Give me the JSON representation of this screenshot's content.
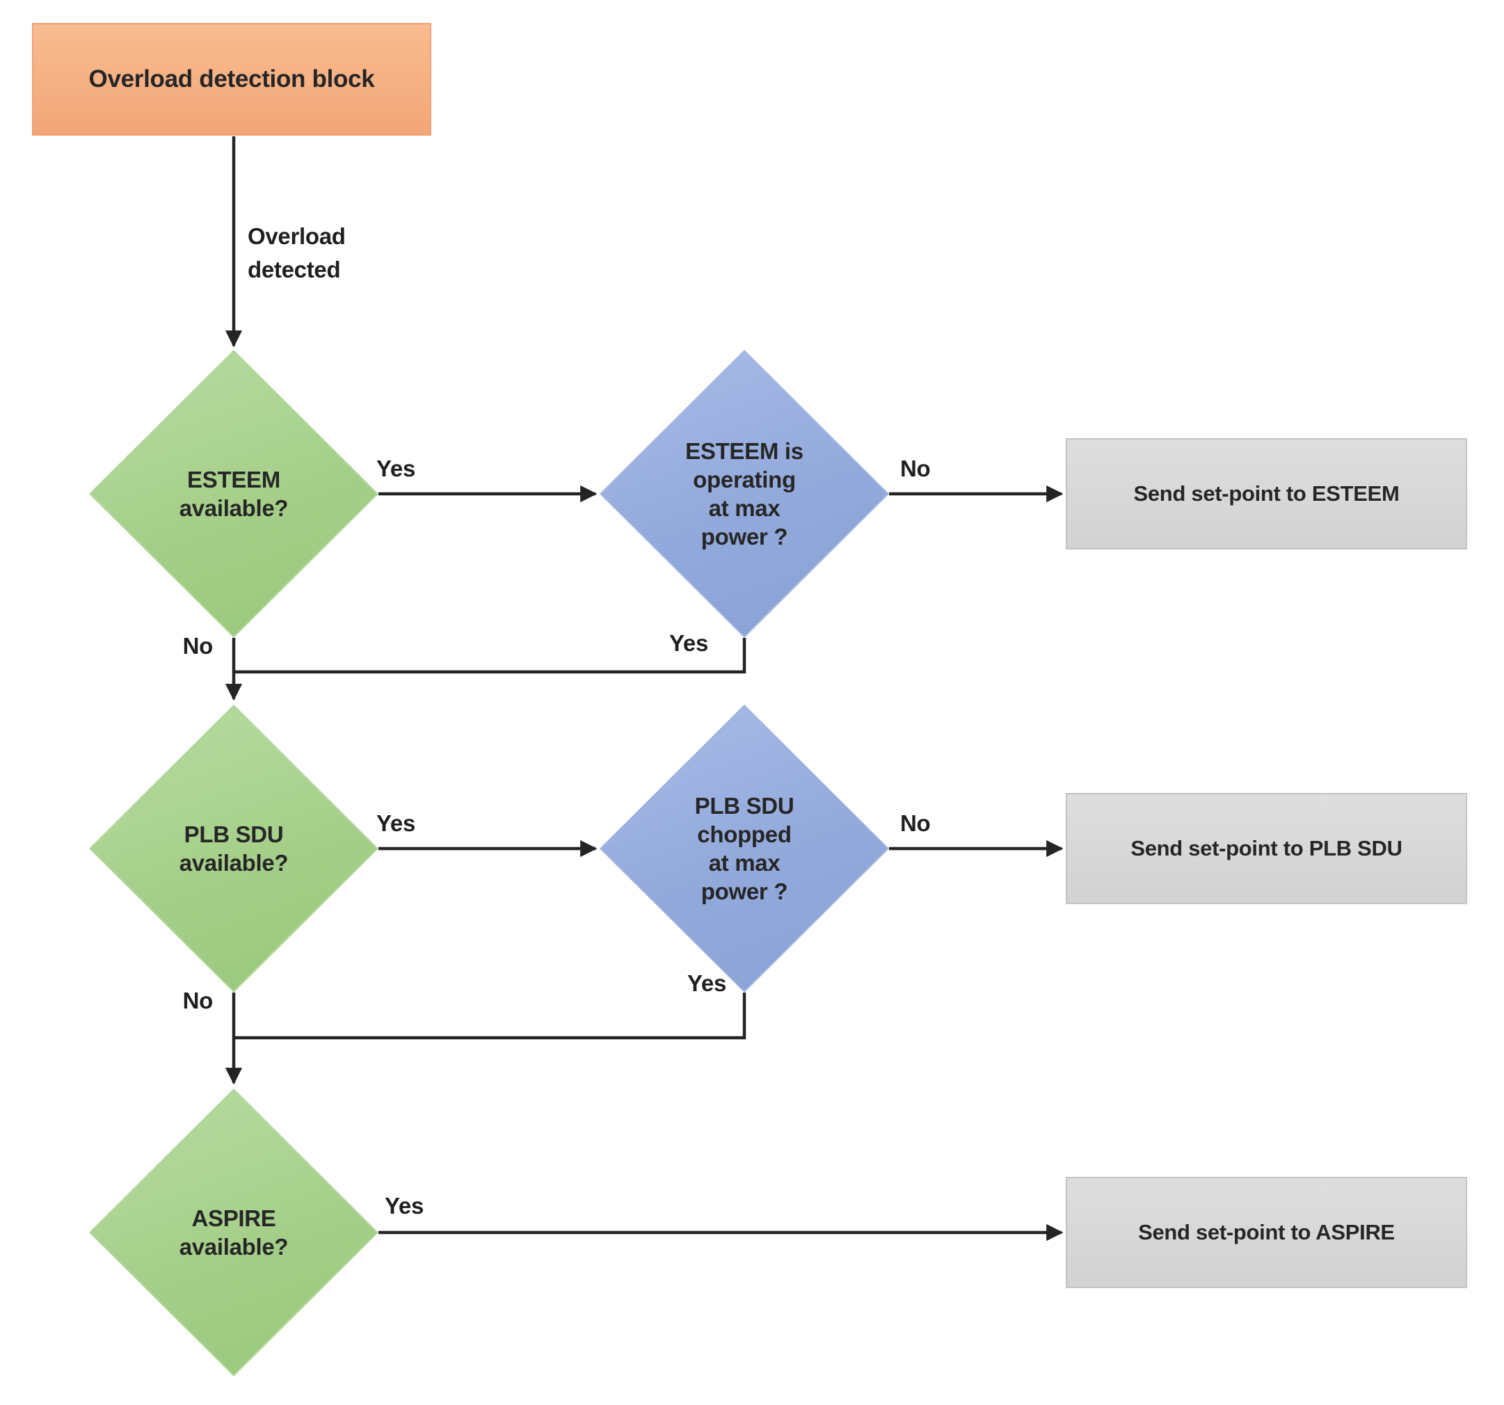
{
  "flowchart": {
    "start": {
      "label": "Overload detection block"
    },
    "edges": {
      "overload_detected": "Overload\ndetected",
      "yes": "Yes",
      "no": "No"
    },
    "decisions": {
      "esteem_available": "ESTEEM\navailable?",
      "esteem_max": "ESTEEM is\noperating\nat max\npower ?",
      "plbsdu_available": "PLB SDU\navailable?",
      "plbsdu_max": "PLB SDU\nchopped\nat max\npower ?",
      "aspire_available": "ASPIRE\navailable?"
    },
    "actions": {
      "send_esteem": "Send set-point to ESTEEM",
      "send_plbsdu": "Send set-point to PLB SDU",
      "send_aspire": "Send set-point to ASPIRE"
    },
    "colors": {
      "process_fill": "#F5B183",
      "decision_primary_fill": "#A9D18E",
      "decision_secondary_fill": "#8FAADC",
      "action_fill": "#D9D9D9",
      "line": "#242424",
      "text": "#262626"
    }
  }
}
